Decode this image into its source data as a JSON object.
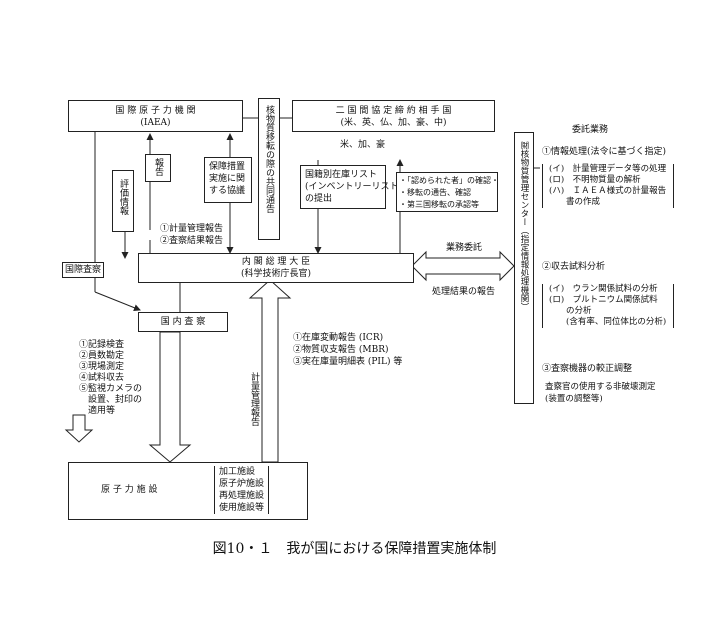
{
  "iaea": {
    "name": "国 際 原 子 力 機 関",
    "abbr": "(IAEA)"
  },
  "bilateral": {
    "title": "二 国 間 協 定 締 約 相 手 国",
    "countries": "(米、英、仏、加、豪、中)",
    "subset": "米、加、豪"
  },
  "transfer_notice": "核物質移転の際の共同通告",
  "design_info": "評価情報",
  "report": "報告",
  "safeguards_agreement": [
    "保障措置",
    "実施に関",
    "する協議"
  ],
  "inventory_box": [
    "国籍別在庫リスト",
    "(インベントリーリスト)",
    "の提出"
  ],
  "confirm_box": [
    "・「認められた者」の確認・",
    "・移転の通告、確認",
    "・第三国移転の承認等"
  ],
  "ia_inspection": "国際査察",
  "accounting_reports": [
    "①計量管理報告",
    "②査察結果報告"
  ],
  "pm": {
    "title": "内 閣 総 理 大 臣",
    "sub": "(科学技術庁長官)"
  },
  "business_commission": "業務委託",
  "result_report": "処理結果の報告",
  "domestic_inspection": "国 内 査 察",
  "inspection_items": [
    "①記録検査",
    "②員数勘定",
    "③現場測定",
    "④試料収去",
    "⑤監視カメラの",
    "　設置、封印の",
    "　適用等"
  ],
  "reports_list": [
    "①在庫変動報告 (ICR)",
    "②物質収支報告 (MBR)",
    "③実在庫量明細表 (PIL) 等"
  ],
  "accounting_report_vertical": "計量管理報告",
  "facility": {
    "title": "原 子 力 施 設",
    "types": [
      "加工施設",
      "原子炉施設",
      "再処理施設",
      "使用施設等"
    ]
  },
  "center": "㈶核物質管理センター（指定情報処理機関）",
  "commissioned": {
    "title": "委託業務",
    "s1_title": "①情報処理(法令に基づく指定)",
    "s1_items": [
      "(イ)　計量管理データ等の処理",
      "(ロ)　不明物質量の解析",
      "(ハ)　ＩＡＥＡ様式の計量報告",
      "　　書の作成"
    ],
    "s2_title": "②収去試料分析",
    "s2_items": [
      "(イ)　ウラン関係試料の分析",
      "(ロ)　プルトニウム関係試料",
      "　　の分析",
      "　　(含有率、同位体比の分析)"
    ],
    "s3_title": "③査察機器の較正調整",
    "s3_items": [
      "査察官の使用する非破壊測定",
      "(装置の調整等)"
    ]
  },
  "caption": "図10・１　我が国における保障措置実施体制"
}
